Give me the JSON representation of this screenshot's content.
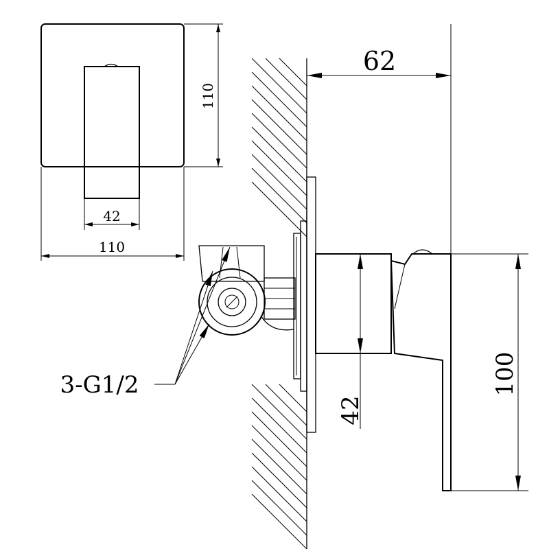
{
  "front_view": {
    "width_label": "110",
    "height_label": "110",
    "handle_width_label": "42"
  },
  "side_view": {
    "depth_label": "62",
    "body_height_label": "42",
    "handle_height_label": "100",
    "outlet_label": "3-G1/2"
  }
}
